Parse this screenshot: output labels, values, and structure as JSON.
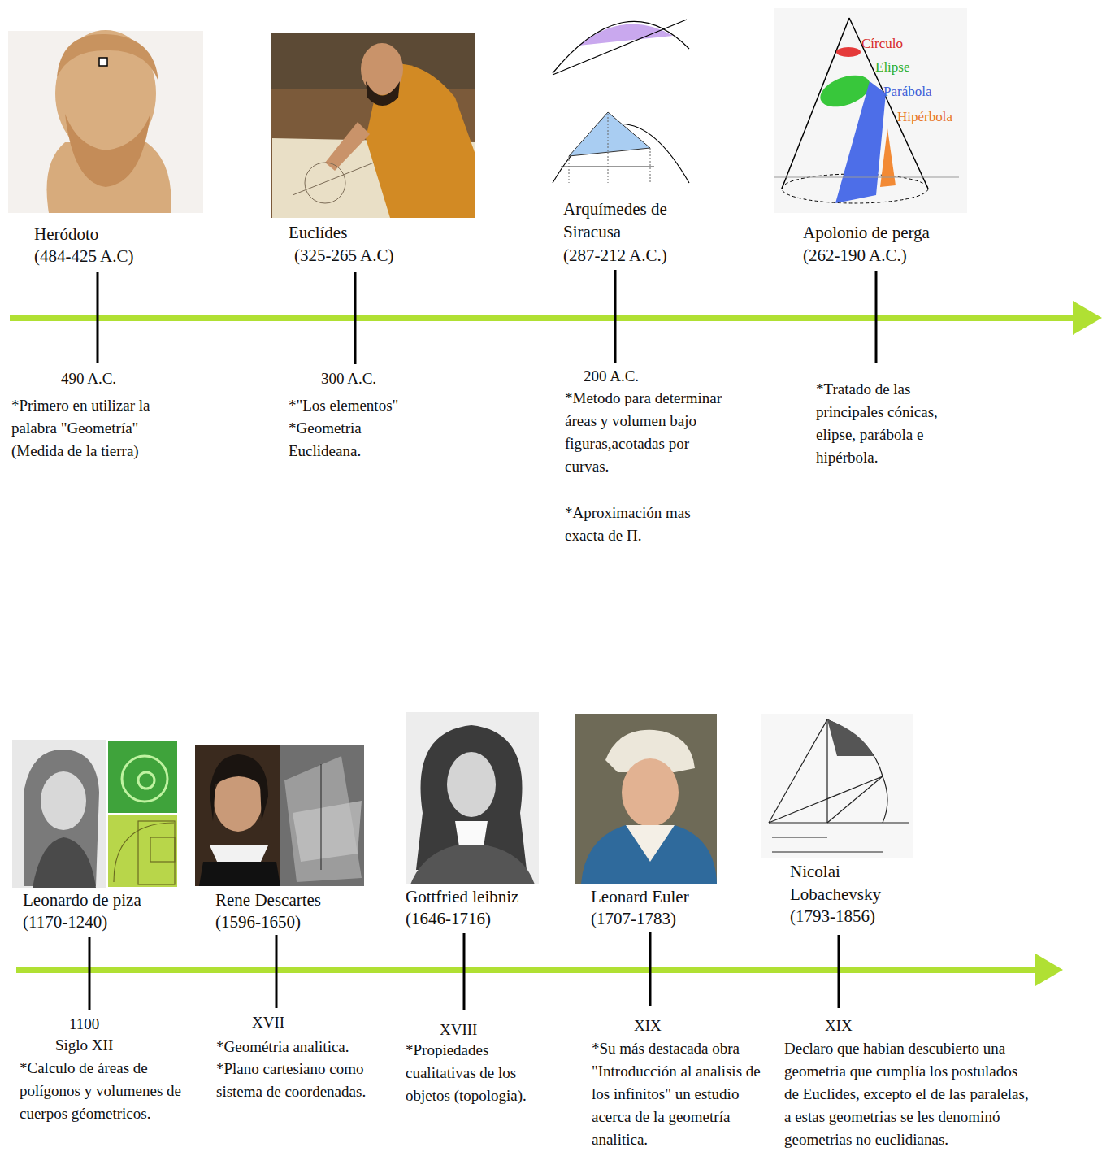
{
  "diagram": {
    "labels": [
      "Círculo",
      "Elipse",
      "Parábola",
      "Hipérbola",
      "Heródoto",
      "(484-425 A.C)",
      "Euclídes",
      "(325-265 A.C)",
      "Arquímedes de Siracusa",
      "(287-212 A.C.)",
      "Apolonio de perga",
      "(262-190 A.C.)",
      "490 A.C.",
      "*Primero en utilizar la palabra \"Geometría\" (Medida de la tierra)",
      "300 A.C.",
      "*\"Los elementos\"",
      "*Geometria Euclideana.",
      "200 A.C.",
      "*Metodo para determinar áreas y volumen bajo figuras,acotadas por curvas.",
      "*Aproximación mas exacta de Π.",
      "*Tratado de las principales cónicas, elipse, parábola e hipérbola.",
      "Leonardo de piza",
      "(1170-1240)",
      "Rene Descartes",
      "(1596-1650)",
      "Gottfried leibniz",
      "(1646-1716)",
      "Leonard Euler",
      "(1707-1783)",
      "Nicolai Lobachevsky",
      "(1793-1856)",
      "1100",
      "Siglo XII",
      "*Calculo de áreas de polígonos y volumenes de cuerpos géometricos.",
      "XVII",
      "*Geométria analitica.",
      "*Plano cartesiano como sistema de coordenadas.",
      "XVIII",
      "*Propiedades cualitativas de los objetos (topologia).",
      "XIX",
      "*Su más destacada obra \"Introducción al analisis de los infinitos\" un estudio acerca de la geometría analitica.",
      "XIX",
      "Declaro que habian descubierto una geometria que cumplía los postulados de Euclides, excepto el de las paralelas, a estas geometrias se les denominó geometrias no euclidianas."
    ]
  }
}
